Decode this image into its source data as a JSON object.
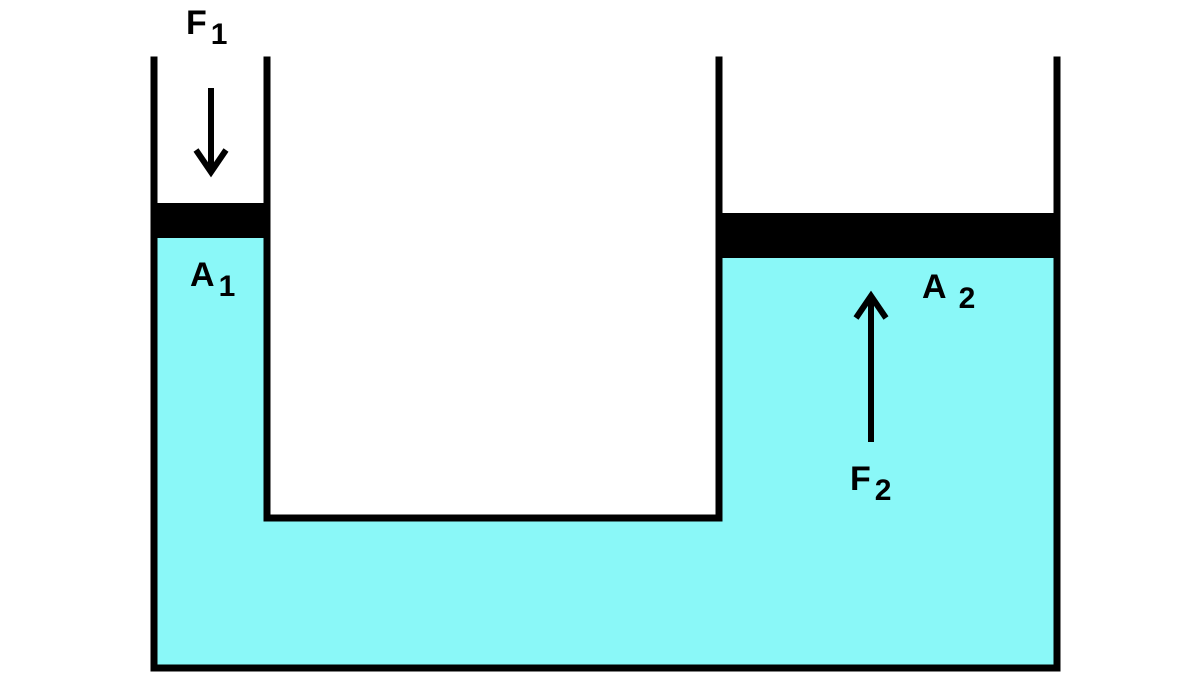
{
  "diagram": {
    "labels": {
      "f1": {
        "main": "F",
        "sub": "1"
      },
      "a1": {
        "main": "A",
        "sub": "1"
      },
      "a2": {
        "main": "A",
        "sub": "2"
      },
      "f2": {
        "main": "F",
        "sub": "2"
      }
    },
    "colors": {
      "fluid": "#8AF8F8",
      "wall": "#000000",
      "piston": "#000000",
      "background": "#FFFFFF"
    }
  }
}
